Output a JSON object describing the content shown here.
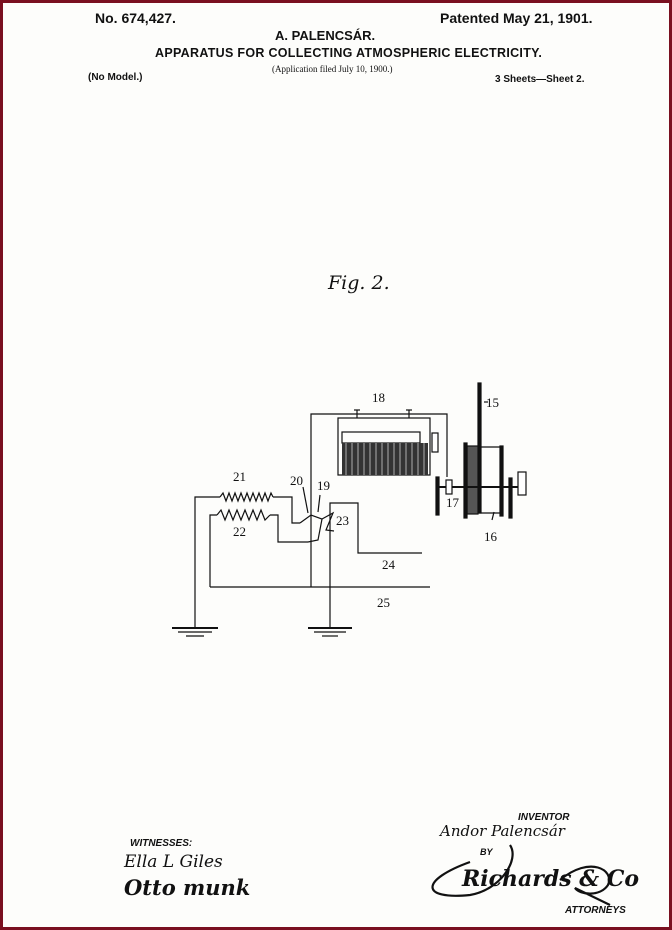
{
  "header": {
    "patent_number": "No. 674,427.",
    "patented_date": "Patented May 21, 1901.",
    "inventor_name": "A. PALENCSÁR.",
    "title": "APPARATUS FOR COLLECTING ATMOSPHERIC ELECTRICITY.",
    "application": "(Application filed July 10, 1900.)",
    "model": "(No Model.)",
    "sheet": "3 Sheets—Sheet 2."
  },
  "figure": {
    "caption": "Fig. 2.",
    "labels": [
      "15",
      "16",
      "17",
      "18",
      "19",
      "20",
      "21",
      "22",
      "23",
      "24",
      "25"
    ]
  },
  "footer": {
    "witnesses_label": "WITNESSES:",
    "witness_1": "Ella L Giles",
    "witness_2": "Otto munk",
    "inventor_label": "INVENTOR",
    "inventor_signature": "Andor Palencsár",
    "by_label": "BY",
    "attorney_signature": "Richards & Co",
    "attorneys_label": "ATTORNEYS"
  },
  "colors": {
    "border": "#7a1020",
    "ink": "#111111"
  }
}
